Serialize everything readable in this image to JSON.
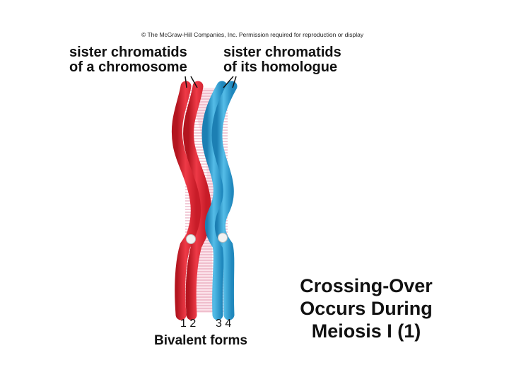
{
  "copyright": "© The McGraw-Hill Companies, Inc. Permission required for reproduction or display",
  "labels": {
    "left": [
      "sister chromatids",
      "of a chromosome"
    ],
    "right": [
      "sister chromatids",
      "of its homologue"
    ]
  },
  "title": [
    "Crossing-Over",
    "Occurs During",
    "Meiosis I (1)"
  ],
  "chromatid_numbers": {
    "left": "1 2",
    "right": "3 4"
  },
  "caption": "Bivalent forms",
  "colors": {
    "chromosome": "#e8293a",
    "homologue": "#3aa6d8",
    "synapsis": "#f5b8c8"
  }
}
